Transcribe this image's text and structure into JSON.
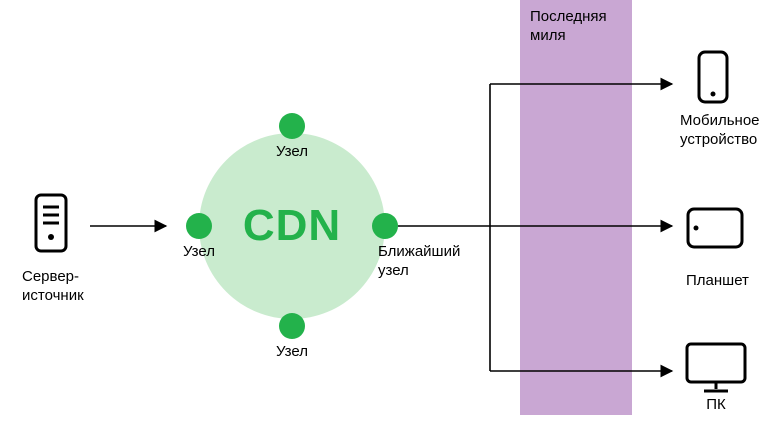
{
  "source": {
    "label": "Сервер-\nисточник",
    "icon": "server-icon"
  },
  "cdn": {
    "label": "CDN",
    "nodes": {
      "top": "Узел",
      "left": "Узел",
      "bottom": "Узел",
      "nearest": "Ближайший\nузел"
    }
  },
  "last_mile": {
    "label": "Последняя\nмиля"
  },
  "devices": {
    "mobile": {
      "label": "Мобильное\nустройство",
      "icon": "smartphone-icon"
    },
    "tablet": {
      "label": "Планшет",
      "icon": "tablet-icon"
    },
    "pc": {
      "label": "ПК",
      "icon": "monitor-icon"
    }
  },
  "colors": {
    "circle_fill": "#c9ebce",
    "node_green": "#23b24b",
    "cdn_text": "#23b24b",
    "band_purple": "#c9a7d3",
    "line_color": "#000000",
    "background": "#ffffff",
    "text_color": "#000000"
  }
}
